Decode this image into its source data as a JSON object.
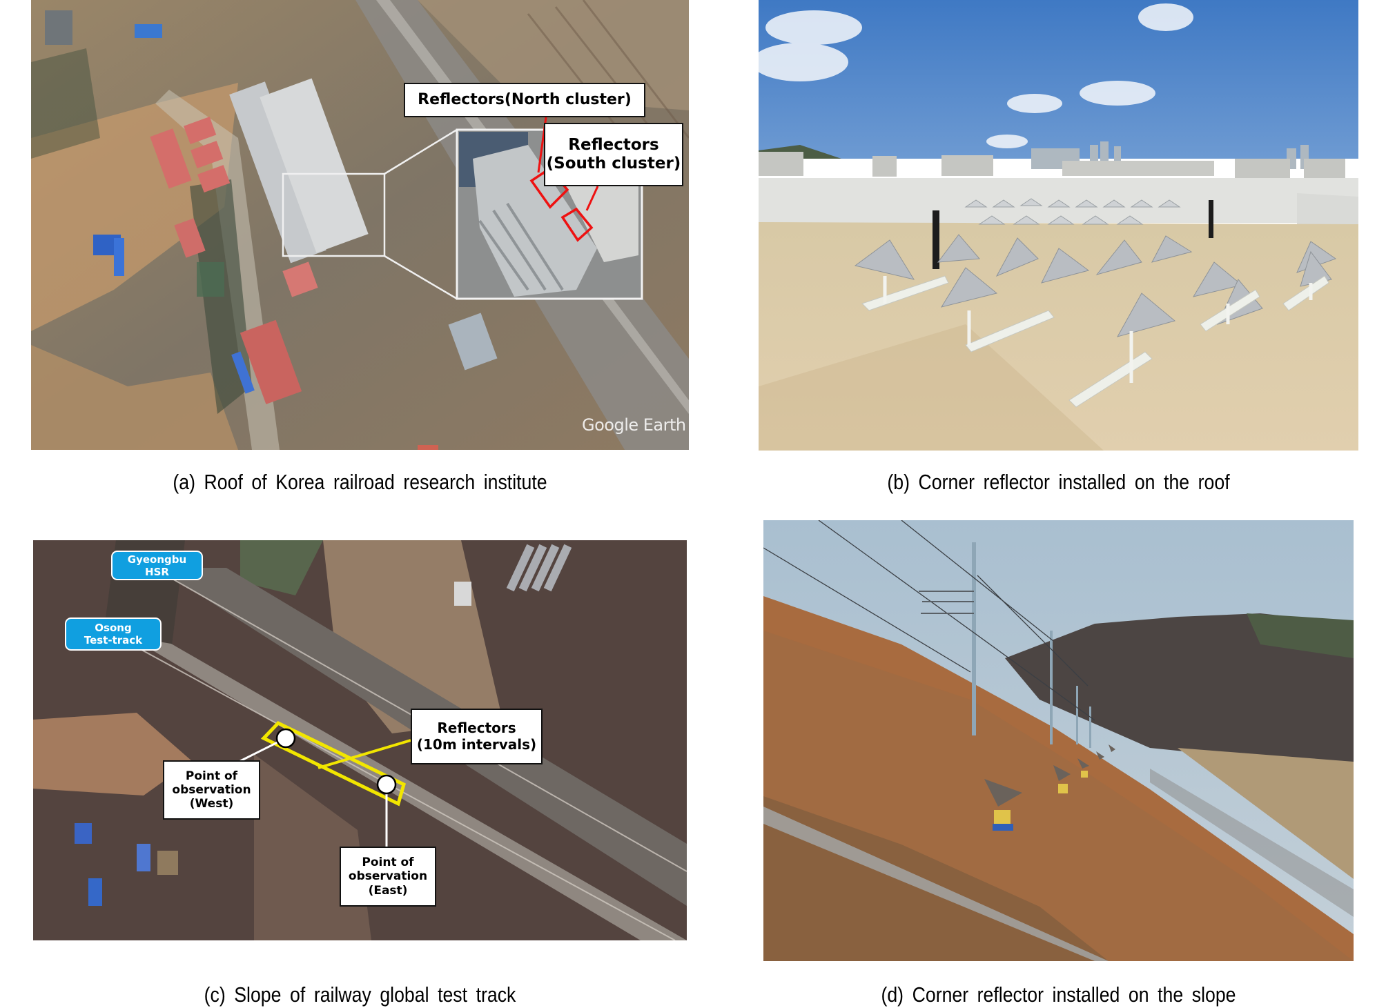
{
  "figure": {
    "panels": [
      {
        "id": "a",
        "caption": "(a) Roof of Korea railroad research institute",
        "type": "satellite-image",
        "annotations": {
          "north_cluster_label": "Reflectors(North cluster)",
          "south_cluster_label_line1": "Reflectors",
          "south_cluster_label_line2": "(South cluster)",
          "watermark": "Google Earth"
        },
        "colors": {
          "marker": "#ee1111",
          "inset_border": "#f2f2f2"
        }
      },
      {
        "id": "b",
        "caption": "(b) Corner reflector installed on the roof",
        "type": "photo"
      },
      {
        "id": "c",
        "caption": "(c) Slope of railway global test track",
        "type": "satellite-image",
        "annotations": {
          "gyeongbu_line1": "Gyeongbu",
          "gyeongbu_line2": "HSR",
          "osong_line1": "Osong",
          "osong_line2": "Test-track",
          "reflectors_line1": "Reflectors",
          "reflectors_line2": "(10m intervals)",
          "west_line1": "Point of",
          "west_line2": "observation",
          "west_line3": "(West)",
          "east_line1": "Point of",
          "east_line2": "observation",
          "east_line3": "(East)"
        },
        "colors": {
          "highlight": "#f2e600",
          "pill": "#109fe0"
        }
      },
      {
        "id": "d",
        "caption": "(d) Corner reflector installed on the slope",
        "type": "photo"
      }
    ]
  }
}
